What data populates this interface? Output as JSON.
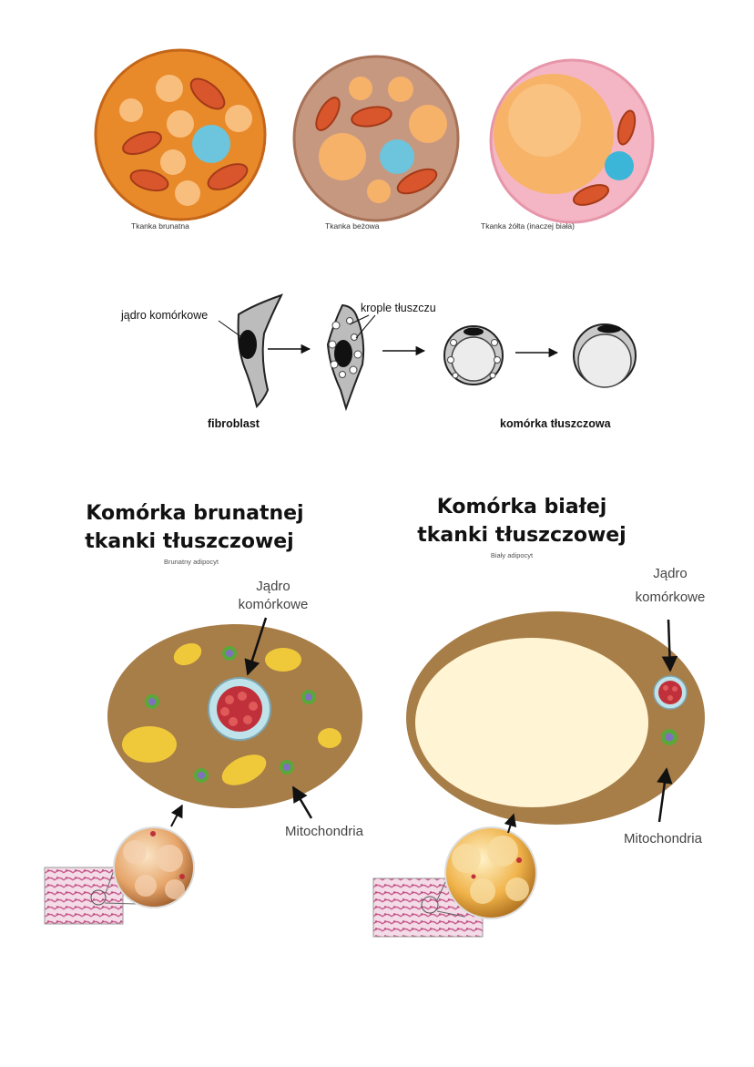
{
  "top_row": {
    "captions": [
      "Tkanka brunatna",
      "Tkanka beżowa",
      "Tkanka żółta (inaczej biała)"
    ]
  },
  "middle_row": {
    "nucleus_label": "jądro komórkowe",
    "droplets_label": "krople tłuszczu",
    "fibroblast_label": "fibroblast",
    "fat_cell_label": "komórka tłuszczowa"
  },
  "brown_cell": {
    "title_line1": "Komórka brunatnej",
    "title_line2": "tkanki tłuszczowej",
    "subtitle": "Brunatny adipocyt",
    "nucleus_line1": "Jądro",
    "nucleus_line2": "komórkowe",
    "mitochondria": "Mitochondria"
  },
  "white_cell": {
    "title_line1": "Komórka białej",
    "title_line2": "tkanki tłuszczowej",
    "subtitle": "Biały adipocyt",
    "nucleus_line1": "Jądro",
    "nucleus_line2": "komórkowe",
    "mitochondria": "Mitochondria"
  },
  "colors": {
    "brown_tissue": "#e88a2a",
    "beige_tissue": "#c79880",
    "white_tissue": "#f4b6c4",
    "adipocyte_body": "#a77d48",
    "lipid_yellow": "#f0c93b",
    "lipid_cream": "#fff5d4",
    "mito_red": "#d9562c",
    "nucleus_blue": "#6cc5dc"
  }
}
